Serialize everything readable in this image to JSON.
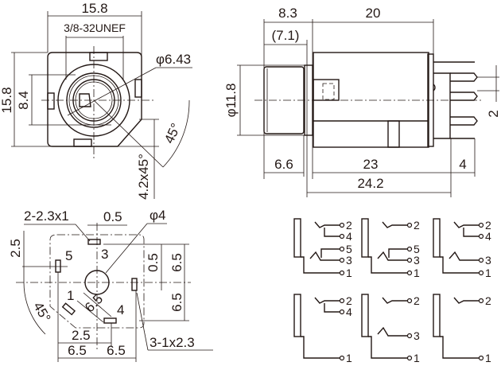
{
  "front_view": {
    "width": "15.8",
    "thread": "3/8-32UNEF",
    "height": "15.8",
    "inner_height": "8.4",
    "diameter": "φ6.43",
    "angle": "45°",
    "chamfer": "4.2x45°"
  },
  "side_view": {
    "thread_length": "8.3",
    "thread_length_alt": "(7.1)",
    "body_length": "20",
    "diameter": "φ11.8",
    "nut_length": "6.6",
    "body_to_pin": "23",
    "pin_length": "4",
    "overall": "24.2",
    "pin_pitch": "2"
  },
  "bottom_view": {
    "slot_spec": "2-2.3x1",
    "offset": "0.5",
    "hole": "φ4",
    "v_offset": "2.5",
    "v_offset_right": "0.5",
    "half_upper": "6.5",
    "half_lower": "6.5",
    "diag": "6.5",
    "angle": "45°",
    "h_offset": "2.5",
    "half_left": "6.5",
    "half_right": "6.5",
    "pin_spec": "3-1x2.3",
    "pins": [
      "1",
      "3",
      "4",
      "5"
    ]
  },
  "schematics": [
    {
      "terminals": [
        "2",
        "4",
        "5",
        "3",
        "1"
      ]
    },
    {
      "terminals": [
        "2",
        "5",
        "3",
        "1"
      ]
    },
    {
      "terminals": [
        "2",
        "4",
        "3",
        "1"
      ]
    },
    {
      "terminals": [
        "2",
        "4",
        "1"
      ]
    },
    {
      "terminals": [
        "2",
        "3",
        "1"
      ]
    },
    {
      "terminals": [
        "2",
        "1"
      ]
    }
  ]
}
